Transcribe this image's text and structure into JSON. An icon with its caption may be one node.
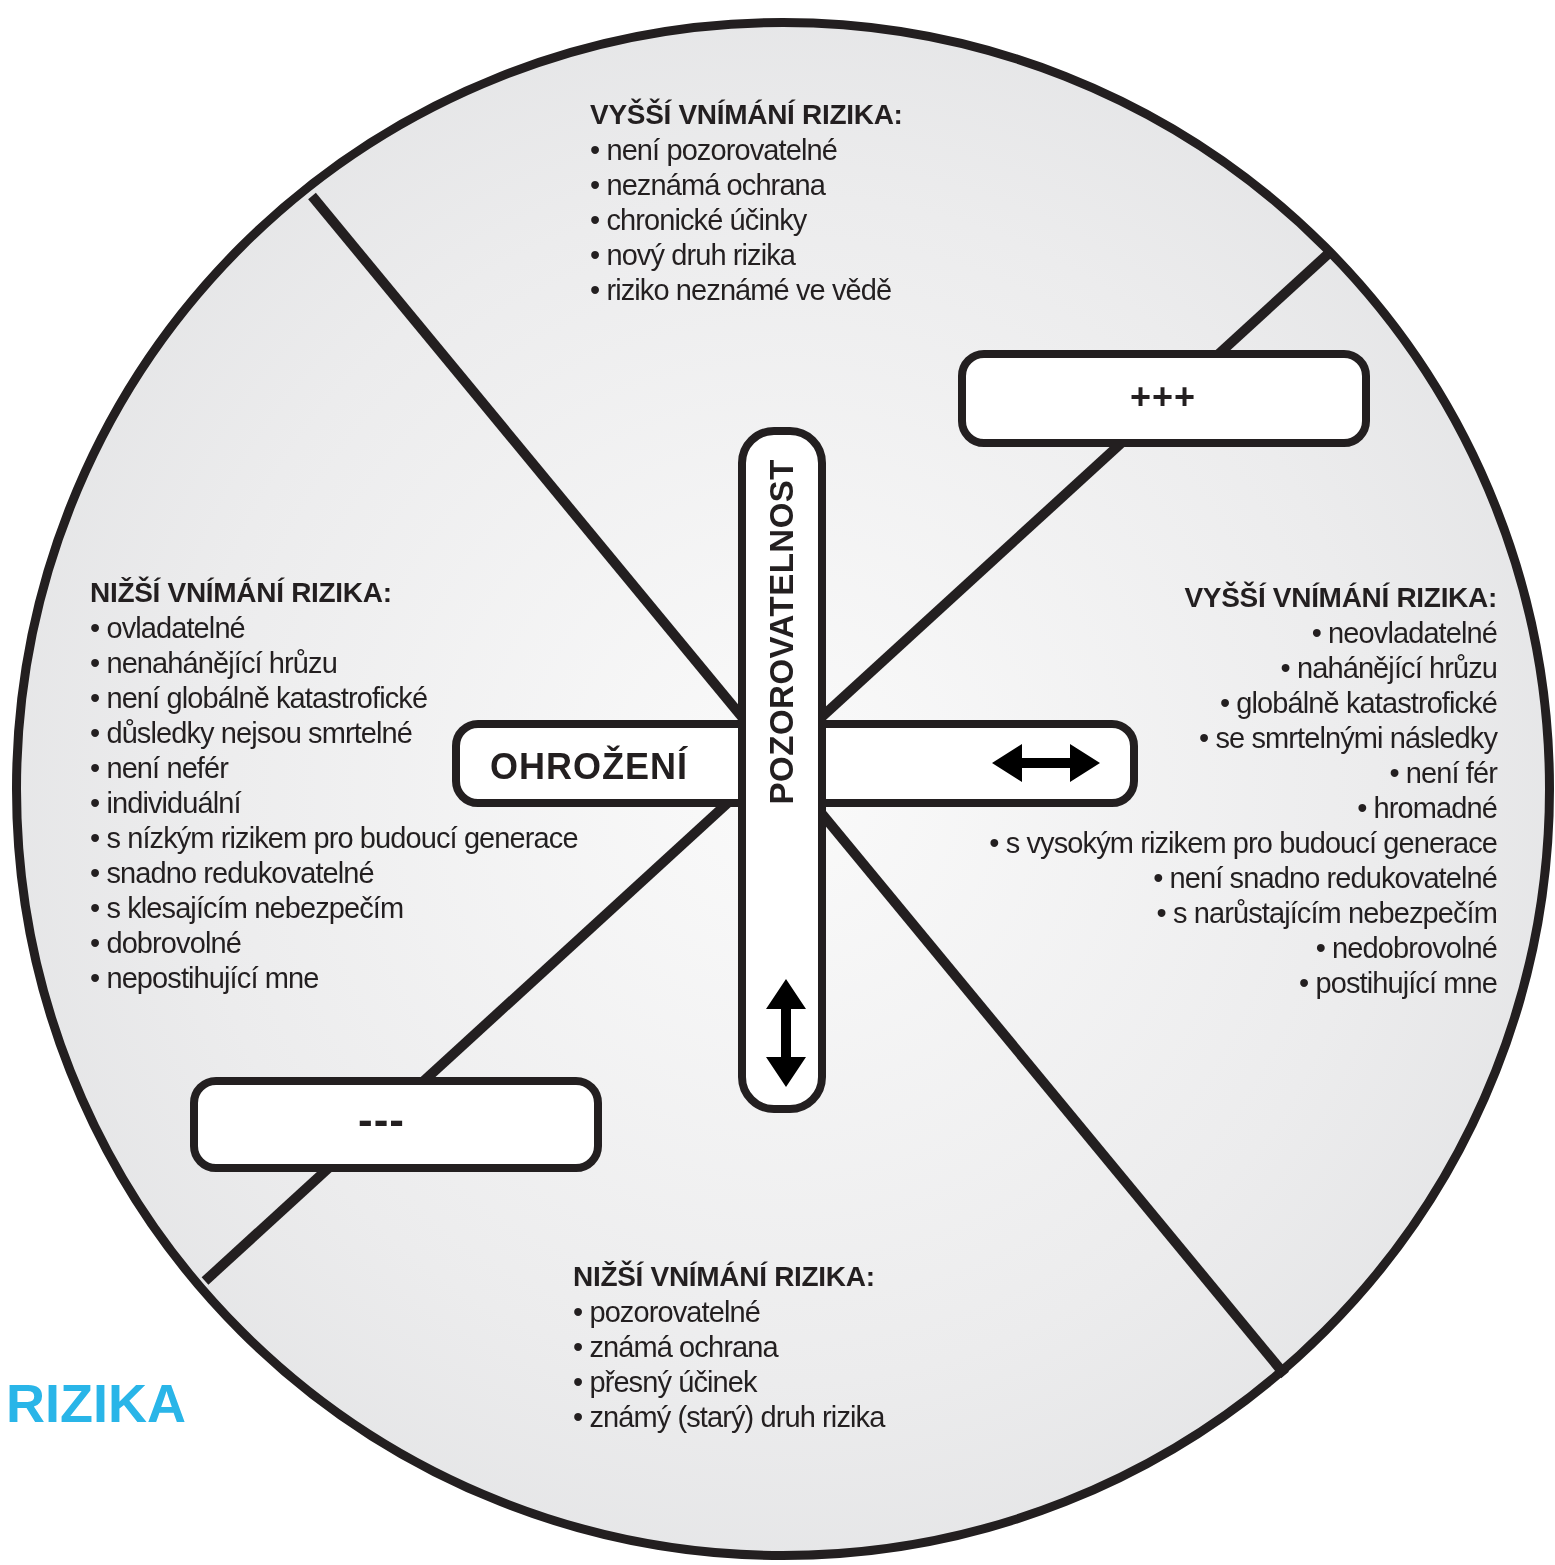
{
  "diagram": {
    "nodes": [
      {
        "text": [
          "VYŠŠÍ VNÍMÁNÍ RIZIKA:",
          "• není pozorovatelné",
          "• neznámá ochrana",
          "• chronické účinky",
          "• nový druh rizika",
          "• riziko neznámé ve vědě"
        ]
      },
      {
        "text": [
          "+++"
        ]
      },
      {
        "text": [
          "POZOROVATELNOST"
        ]
      },
      {
        "text": [
          "NIŽŠÍ VNÍMÁNÍ RIZIKA:",
          "• ovladatelné",
          "• nenahánějící hrůzu",
          "• není globálně katastrofické",
          "• důsledky nejsou smrtelné",
          "• není nefér",
          "• individuální",
          "• s nízkým rizikem pro budoucí generace",
          "• snadno redukovatelné",
          "• s klesajícím nebezpečím",
          "• dobrovolné",
          "• nepostihující mne"
        ]
      },
      {
        "text": [
          "VYŠŠÍ VNÍMÁNÍ RIZIKA:",
          "• neovladatelné",
          "• nahánějící hrůzu",
          "• globálně katastrofické",
          "• se smrtelnými následky",
          "• není fér",
          "• hromadné",
          "• s vysokým rizikem pro budoucí generace",
          "• není snadno redukovatelné",
          "• s narůstajícím nebezpečím",
          "• nedobrovolné",
          "• postihující mne"
        ]
      },
      {
        "text": [
          "OHROŽENÍ"
        ]
      },
      {
        "text": [
          "---"
        ]
      },
      {
        "text": [
          "NIŽŠÍ VNÍMÁNÍ RIZIKA:",
          "• pozorovatelné",
          "• známá ochrana",
          "• přesný účinek",
          "• známý (starý) druh rizika"
        ]
      }
    ],
    "labels": [
      "RIZIKA"
    ]
  }
}
